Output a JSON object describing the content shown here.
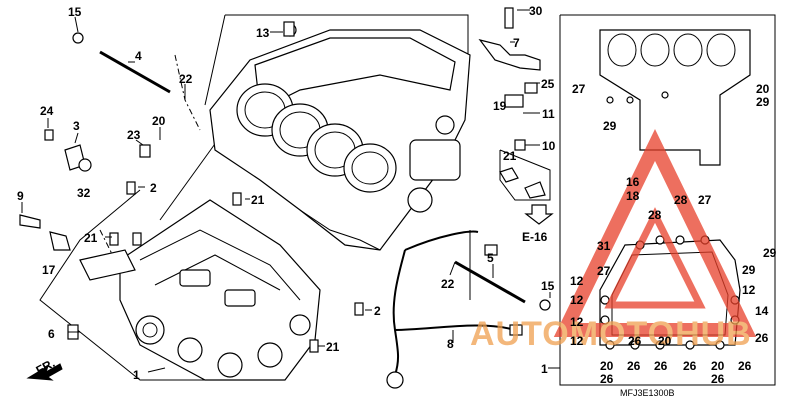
{
  "diagram": {
    "code": "MFJ3E1300B",
    "reference": "E-16",
    "front_marker": "FR.",
    "watermark": {
      "text": "AUTOMOTOHUB",
      "color": "#e8402a"
    },
    "callouts": {
      "c1": "1",
      "c2a": "2",
      "c2b": "2",
      "c3": "3",
      "c4": "4",
      "c5": "5",
      "c6": "6",
      "c7": "7",
      "c8": "8",
      "c9": "9",
      "c10": "10",
      "c11": "11",
      "c12a": "12",
      "c12b": "12",
      "c12c": "12",
      "c12d": "12",
      "c12e": "12",
      "c13": "13",
      "c14": "14",
      "c15a": "15",
      "c15b": "15",
      "c16": "16",
      "c17": "17",
      "c18": "18",
      "c19": "19",
      "c20a": "20",
      "c20b": "20",
      "c20c": "20",
      "c20d": "20",
      "c20e": "20",
      "c21a": "21",
      "c21b": "21",
      "c21c": "21",
      "c21d": "21",
      "c22a": "22",
      "c22b": "22",
      "c23": "23",
      "c24": "24",
      "c25": "25",
      "c26a": "26",
      "c26b": "26",
      "c26c": "26",
      "c26d": "26",
      "c26e": "26",
      "c26f": "26",
      "c26g": "26",
      "c26h": "26",
      "c27a": "27",
      "c27b": "27",
      "c27c": "27",
      "c28a": "28",
      "c28b": "28",
      "c29a": "29",
      "c29b": "29",
      "c29c": "29",
      "c29d": "29",
      "c30": "30",
      "c31": "31",
      "c32": "32"
    }
  }
}
